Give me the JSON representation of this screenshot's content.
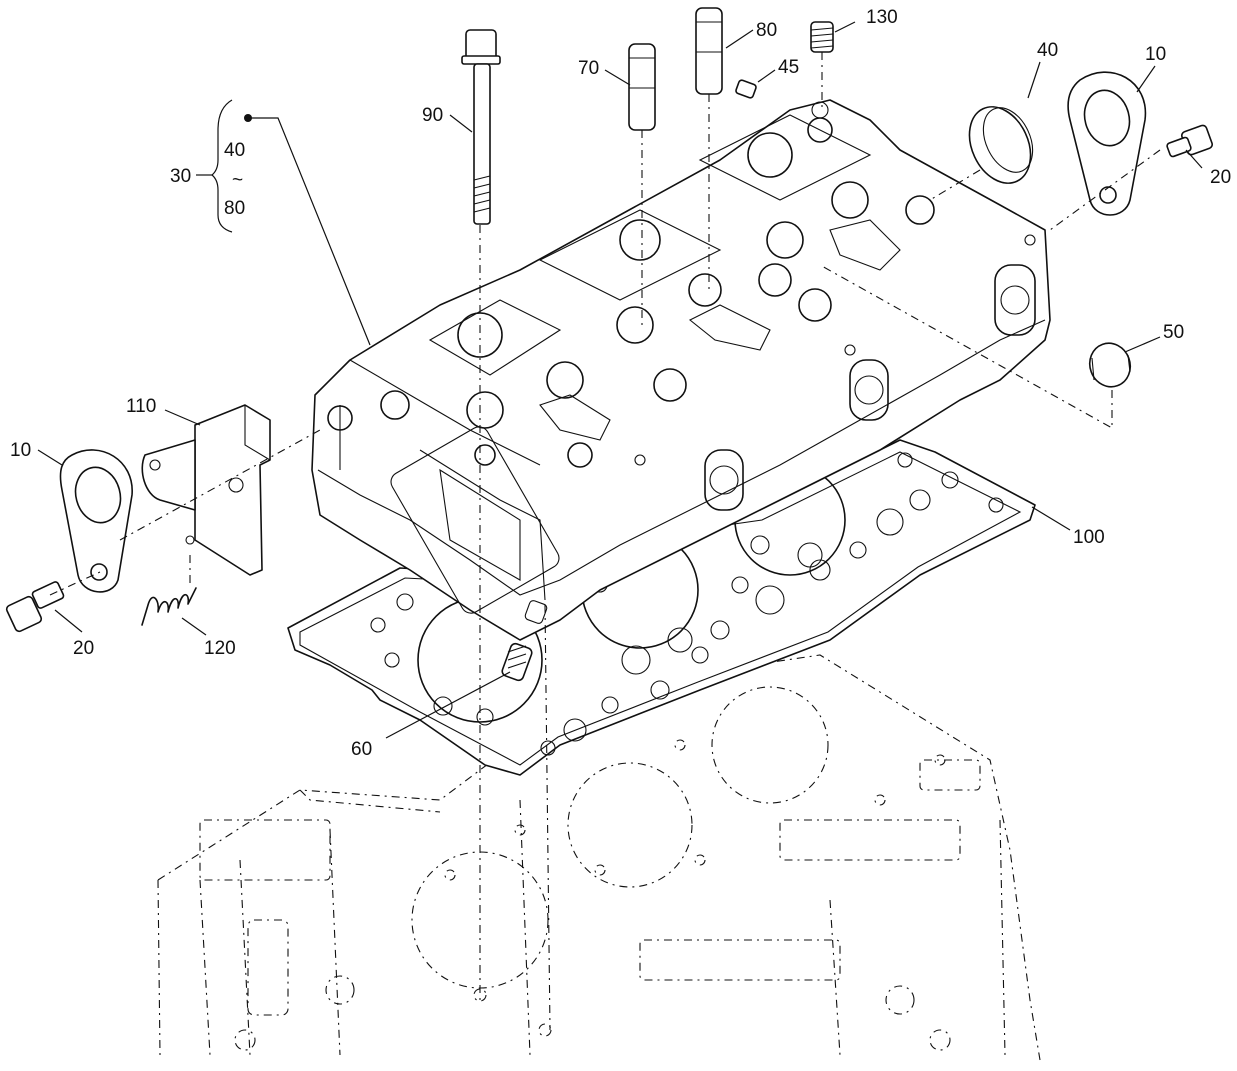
{
  "diagram": {
    "callouts": {
      "c10_right": "10",
      "c10_left": "10",
      "c20_right": "20",
      "c20_left": "20",
      "c30": "30",
      "c40": "40",
      "c40_range_from": "40",
      "c40_range_sep": "~",
      "c40_range_to": "80",
      "c45": "45",
      "c50": "50",
      "c60": "60",
      "c70": "70",
      "c80": "80",
      "c90": "90",
      "c100": "100",
      "c110": "110",
      "c120": "120",
      "c130": "130"
    }
  }
}
